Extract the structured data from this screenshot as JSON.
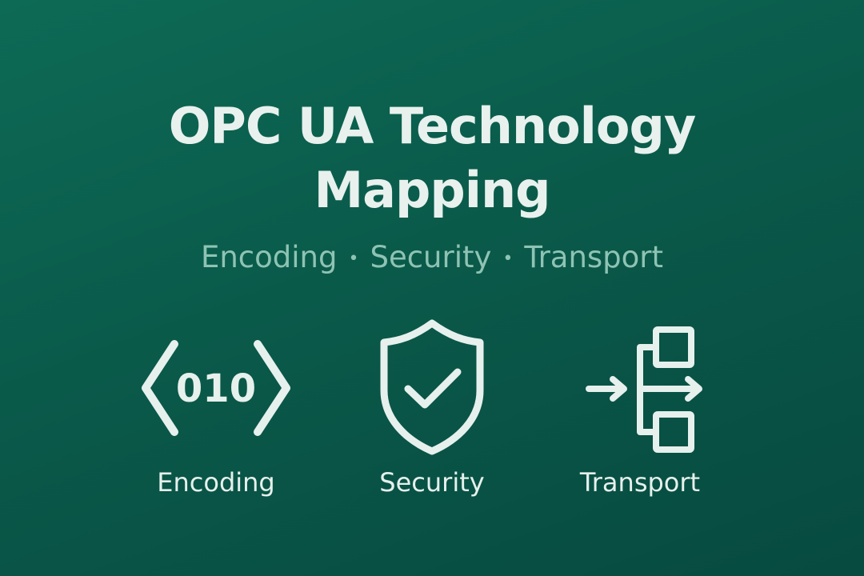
{
  "title": {
    "line1": "OPC UA Technology",
    "line2": "Mapping"
  },
  "subtitle": {
    "items": [
      "Encoding",
      "Security",
      "Transport"
    ],
    "separator": "•"
  },
  "features": [
    {
      "label": "Encoding",
      "icon": "code-brackets-icon",
      "icon_text": "010"
    },
    {
      "label": "Security",
      "icon": "shield-check-icon"
    },
    {
      "label": "Transport",
      "icon": "arrow-branch-icon"
    }
  ],
  "colors": {
    "background_start": "#0d6a55",
    "background_end": "#074a40",
    "text": "#e8f1ed",
    "subtitle": "#8ec3b3",
    "icon_stroke": "#e6f0ec"
  }
}
